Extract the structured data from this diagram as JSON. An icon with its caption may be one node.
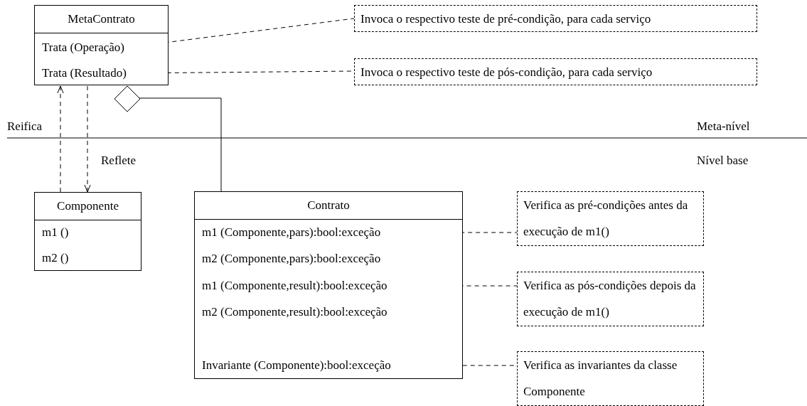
{
  "diagram": {
    "nodes": [
      {
        "text": [
          "MetaContrato"
        ]
      },
      {
        "text": [
          "Trata (Operação)"
        ],
        "in": 0
      },
      {
        "text": [
          "Trata (Resultado)"
        ],
        "in": 0
      },
      {
        "text": [
          "Invoca o respectivo teste de pré-condição, para cada serviço"
        ]
      },
      {
        "text": [
          "Invoca o respectivo teste de pós-condição, para cada serviço"
        ]
      },
      {
        "text": [
          "Componente"
        ]
      },
      {
        "text": [
          "m1 ()"
        ],
        "in": 5
      },
      {
        "text": [
          "m2 ()"
        ],
        "in": 5
      },
      {
        "text": [
          "Contrato"
        ]
      },
      {
        "text": [
          "m1 (Componente,pars):bool:exceção"
        ],
        "in": 8
      },
      {
        "text": [
          "m2 (Componente,pars):bool:exceção"
        ],
        "in": 8
      },
      {
        "text": [
          "m1 (Componente,result):bool:exceção"
        ],
        "in": 8
      },
      {
        "text": [
          "m2 (Componente,result):bool:exceção"
        ],
        "in": 8
      },
      {
        "text": [
          "Invariante (Componente):bool:exceção"
        ],
        "in": 8
      },
      {
        "text": [
          "Verifica as pré-condições antes da execução de m1()"
        ]
      },
      {
        "text": [
          "Verifica as pós-condições depois da execução de m1()"
        ]
      },
      {
        "text": [
          "Verifica as invariantes da classe Componente"
        ]
      }
    ],
    "edges": [
      {
        "from": 1,
        "to": 3,
        "arrow": "none",
        "style": "dashed"
      },
      {
        "from": 2,
        "to": 4,
        "arrow": "none",
        "style": "dashed"
      },
      {
        "from": 5,
        "to": 0,
        "arrow": "to",
        "style": "dashed",
        "label": "Reifica"
      },
      {
        "from": 0,
        "to": 5,
        "arrow": "to",
        "style": "dashed",
        "label": "Reflete"
      },
      {
        "from": 8,
        "to": 0,
        "arrow": "other"
      },
      {
        "from": 9,
        "to": 14,
        "arrow": "none",
        "style": "dashed"
      },
      {
        "from": 11,
        "to": 15,
        "arrow": "none",
        "style": "dashed"
      },
      {
        "from": 13,
        "to": 16,
        "arrow": "none",
        "style": "dashed"
      }
    ],
    "labels": [
      "Meta-nível",
      "Nível base"
    ]
  }
}
